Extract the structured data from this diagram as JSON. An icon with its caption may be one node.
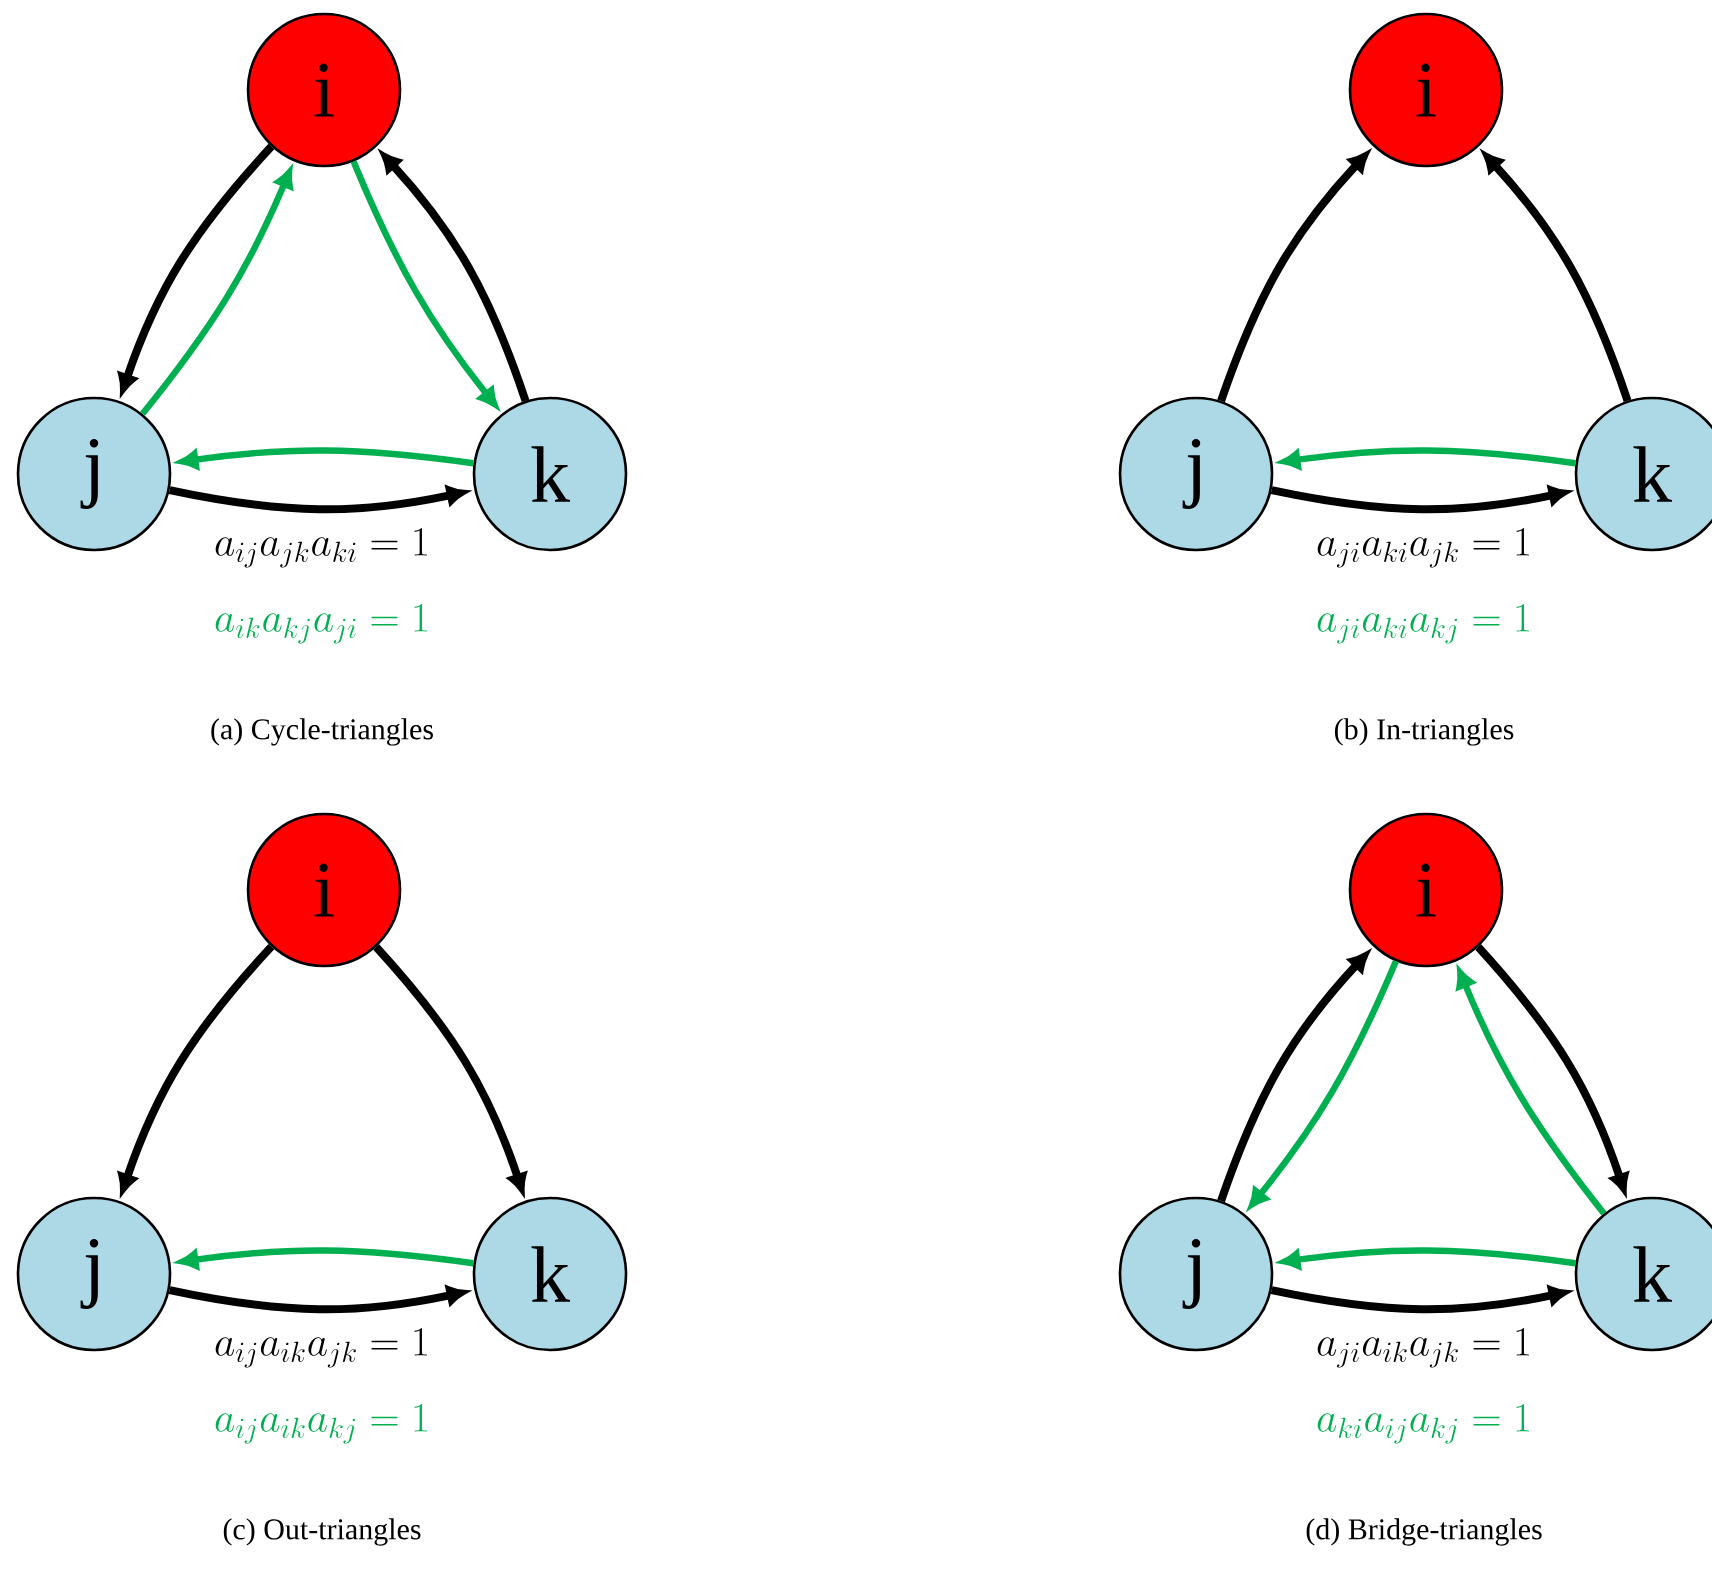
{
  "diagram": {
    "nodes": [
      {
        "text": [
          "i"
        ]
      },
      {
        "text": [
          "j"
        ]
      },
      {
        "text": [
          "k"
        ]
      },
      {
        "text": [
          "i"
        ]
      },
      {
        "text": [
          "j"
        ]
      },
      {
        "text": [
          "k"
        ]
      },
      {
        "text": [
          "i"
        ]
      },
      {
        "text": [
          "j"
        ]
      },
      {
        "text": [
          "k"
        ]
      },
      {
        "text": [
          "i"
        ]
      },
      {
        "text": [
          "j"
        ]
      },
      {
        "text": [
          "k"
        ]
      }
    ],
    "edges": [
      {
        "from": 0,
        "to": 1,
        "arrow": "to"
      },
      {
        "from": 1,
        "to": 2,
        "arrow": "to"
      },
      {
        "from": 2,
        "to": 0,
        "arrow": "to"
      },
      {
        "from": 1,
        "to": 0,
        "arrow": "to",
        "color": "#00b050"
      },
      {
        "from": 0,
        "to": 2,
        "arrow": "to",
        "color": "#00b050"
      },
      {
        "from": 2,
        "to": 1,
        "arrow": "to",
        "color": "#00b050"
      },
      {
        "from": 4,
        "to": 3,
        "arrow": "to"
      },
      {
        "from": 5,
        "to": 3,
        "arrow": "to"
      },
      {
        "from": 4,
        "to": 5,
        "arrow": "to"
      },
      {
        "from": 5,
        "to": 4,
        "arrow": "to",
        "color": "#00b050"
      },
      {
        "from": 6,
        "to": 7,
        "arrow": "to"
      },
      {
        "from": 6,
        "to": 8,
        "arrow": "to"
      },
      {
        "from": 7,
        "to": 8,
        "arrow": "to"
      },
      {
        "from": 8,
        "to": 7,
        "arrow": "to",
        "color": "#00b050"
      },
      {
        "from": 10,
        "to": 9,
        "arrow": "to"
      },
      {
        "from": 9,
        "to": 11,
        "arrow": "to"
      },
      {
        "from": 10,
        "to": 11,
        "arrow": "to"
      },
      {
        "from": 9,
        "to": 10,
        "arrow": "to",
        "color": "#00b050"
      },
      {
        "from": 11,
        "to": 9,
        "arrow": "to",
        "color": "#00b050"
      },
      {
        "from": 11,
        "to": 10,
        "arrow": "to",
        "color": "#00b050"
      }
    ],
    "labels": [
      "a_{ij}a_{jk}a_{ki} = 1",
      "a_{ik}a_{kj}a_{ji} = 1",
      "(a) Cycle-triangles",
      "a_{ji}a_{ki}a_{jk} = 1",
      "a_{ji}a_{ki}a_{kj} = 1",
      "(b) In-triangles",
      "a_{ij}a_{ik}a_{jk} = 1",
      "a_{ij}a_{ik}a_{kj} = 1",
      "(c) Out-triangles",
      "a_{ji}a_{ik}a_{jk} = 1",
      "a_{ki}a_{ij}a_{kj} = 1",
      "(d) Bridge-triangles"
    ]
  }
}
